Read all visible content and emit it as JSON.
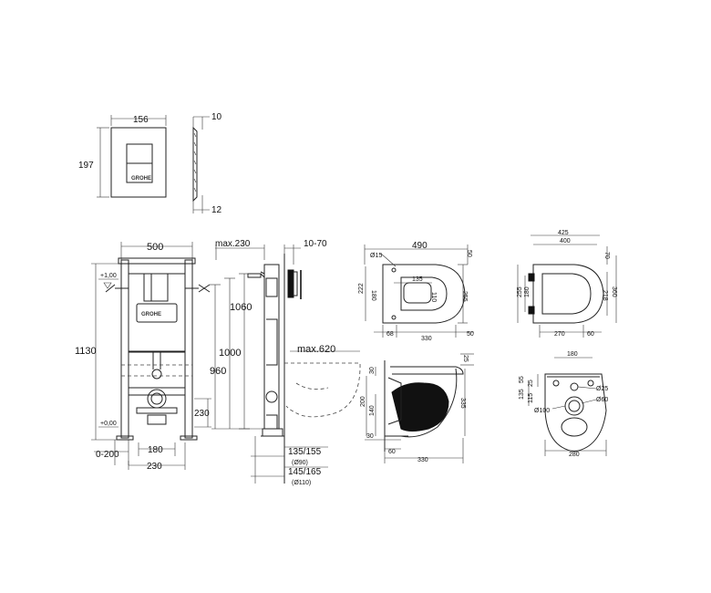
{
  "flush_plate": {
    "width_label": "156",
    "height_label": "197",
    "thickness_top_label": "10",
    "thickness_bottom_label": "12",
    "logo": "GROHE"
  },
  "frame_front": {
    "width_label": "500",
    "height_label": "1130",
    "level_top_label": "+1,00",
    "level_bottom_label": "+0,00",
    "feet_adjust_label": "0-200",
    "outlet_spacing_label": "180",
    "outlet_width_label": "230",
    "outlet_height_label": "230",
    "logo": "GROHE"
  },
  "frame_side": {
    "depth_label": "max.230",
    "wall_label": "10-70",
    "h1060": "1060",
    "h1000": "1000",
    "h960": "960",
    "projection_label": "max.620",
    "drain_label_1": "135/155",
    "drain_sub_1": "(Ø90)",
    "drain_label_2": "145/165",
    "drain_sub_2": "(Ø110)"
  },
  "bowl_top": {
    "length_label": "490",
    "right_label": "50",
    "dia_label": "Ø15",
    "hole_spacing_label": "135",
    "inner_width_label": "180",
    "inner_label": "110",
    "width_label": "255",
    "left_label": "68",
    "depth_label": "330",
    "right_bottom_label": "50",
    "left_width_label": "222"
  },
  "seat_top": {
    "outer_width_label": "425",
    "inner_width_label": "400",
    "h255": "255",
    "h180": "180",
    "h218": "218",
    "h360": "360",
    "h70": "70",
    "bottom_label": "270",
    "bottom_right_label": "60"
  },
  "bowl_side": {
    "top_label": "25",
    "h30": "30",
    "h200": "200",
    "h140": "140",
    "h335": "335",
    "b30": "30",
    "b60": "60",
    "b330": "330"
  },
  "bowl_rear": {
    "width_label": "180",
    "h55": "55",
    "h25": "25",
    "h135": "135",
    "h115": "115",
    "d25": "Ø25",
    "d60": "Ø60",
    "d100": "Ø100",
    "bottom_label": "280"
  }
}
